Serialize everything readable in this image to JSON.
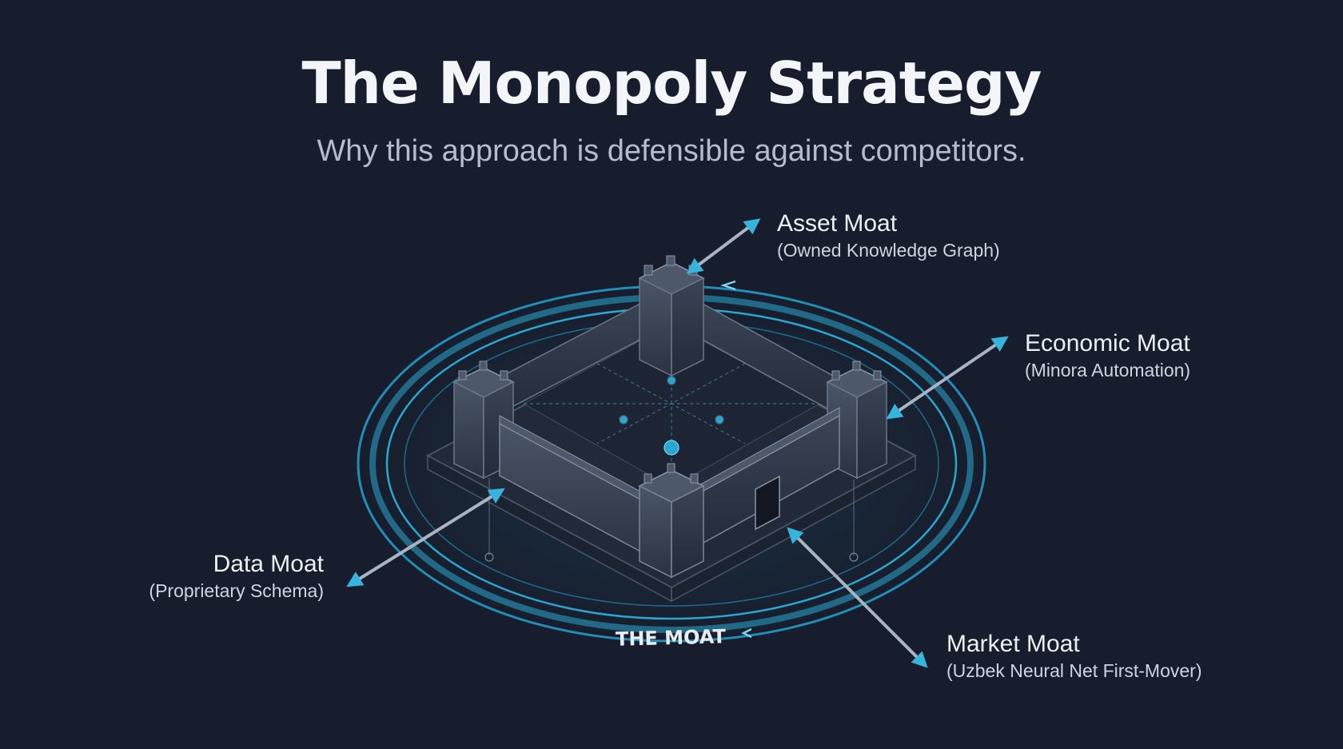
{
  "title": "The Monopoly Strategy",
  "subtitle": "Why this approach is defensible against competitors.",
  "moat_label": "THE MOAT",
  "moats": [
    {
      "name": "Asset Moat",
      "description": "(Owned Knowledge Graph)"
    },
    {
      "name": "Economic Moat",
      "description": "(Minora Automation)"
    },
    {
      "name": "Data Moat",
      "description": "(Proprietary Schema)"
    },
    {
      "name": "Market Moat",
      "description": "(Uzbek Neural Net First-Mover)"
    }
  ],
  "colors": {
    "background": "#171d2c",
    "accent": "#2aa7d0",
    "wall": "#3c4658",
    "text": "#f3f5f8"
  },
  "icons": [
    "castle-icon",
    "double-arrow-icon"
  ]
}
